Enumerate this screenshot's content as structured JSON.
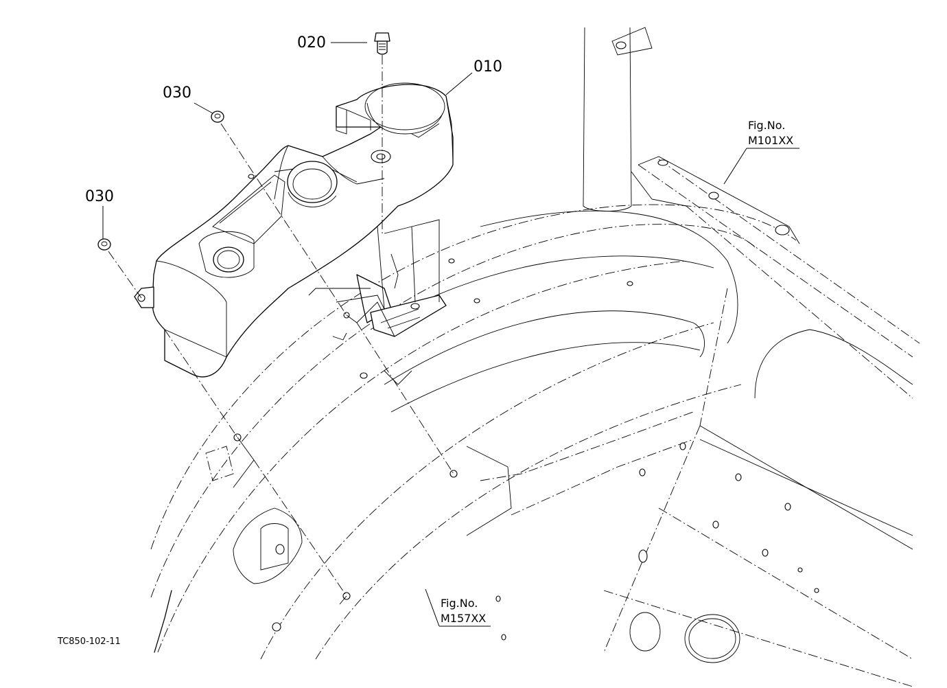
{
  "callouts": {
    "p010": "010",
    "p020": "020",
    "p030_upper": "030",
    "p030_lower": "030"
  },
  "figure_refs": {
    "ref_top": {
      "prefix": "Fig.No.",
      "number": "M101XX"
    },
    "ref_bottom": {
      "prefix": "Fig.No.",
      "number": "M157XX"
    }
  },
  "drawing_code": "TC850-102-11"
}
